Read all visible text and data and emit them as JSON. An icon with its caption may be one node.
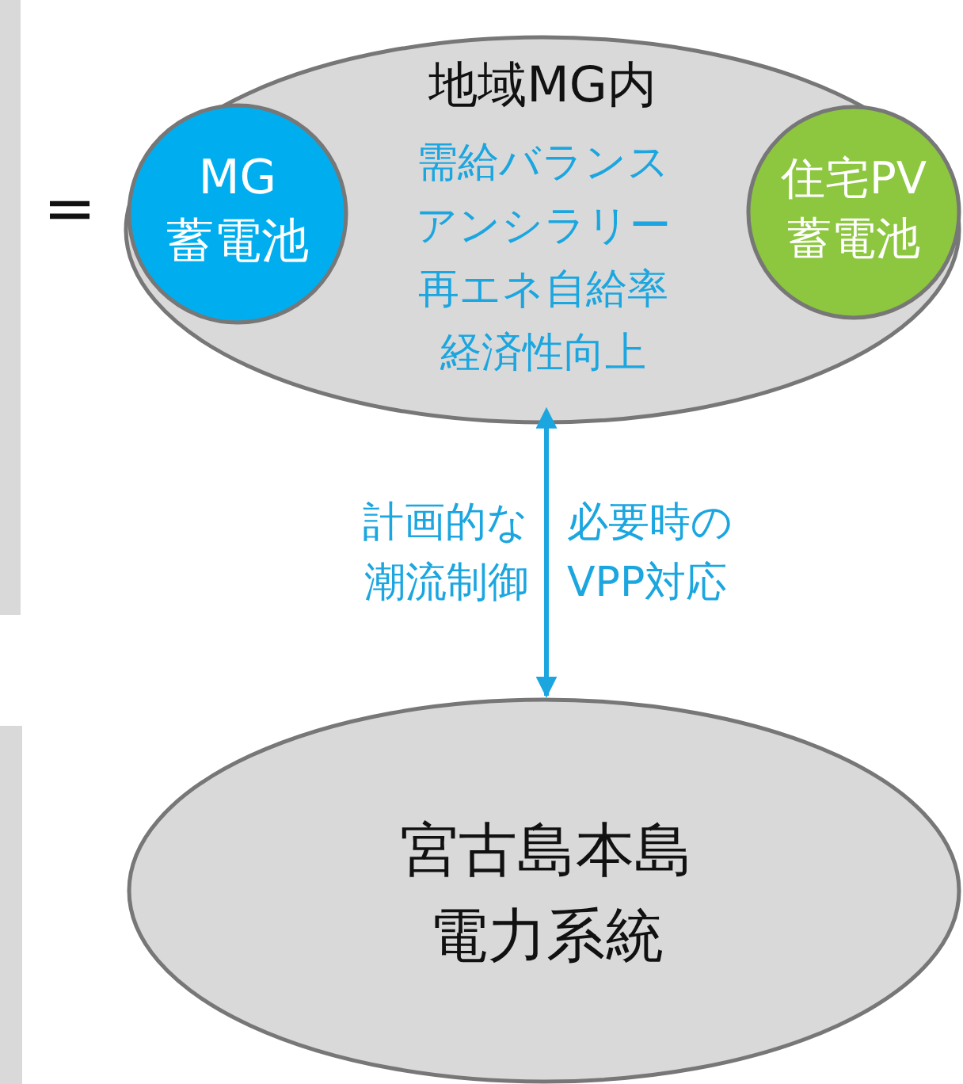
{
  "diagram": {
    "nodes": [
      {
        "text": [
          "地域MG内",
          "需給バランス",
          "アンシラリー",
          "再エネ自給率",
          "経済性向上"
        ]
      },
      {
        "text": [
          "MG",
          "蓄電池"
        ],
        "in": 0
      },
      {
        "text": [
          "住宅PV",
          "蓄電池"
        ],
        "in": 0
      },
      {
        "text": [
          "宮古島本島電力系統"
        ]
      }
    ],
    "edges": [
      {
        "from": 0,
        "to": 3,
        "arrow": "both",
        "color": "#1ba6e0"
      }
    ],
    "labels": [
      "=",
      "計画的な潮流制御",
      "必要時のVPP対応"
    ]
  }
}
